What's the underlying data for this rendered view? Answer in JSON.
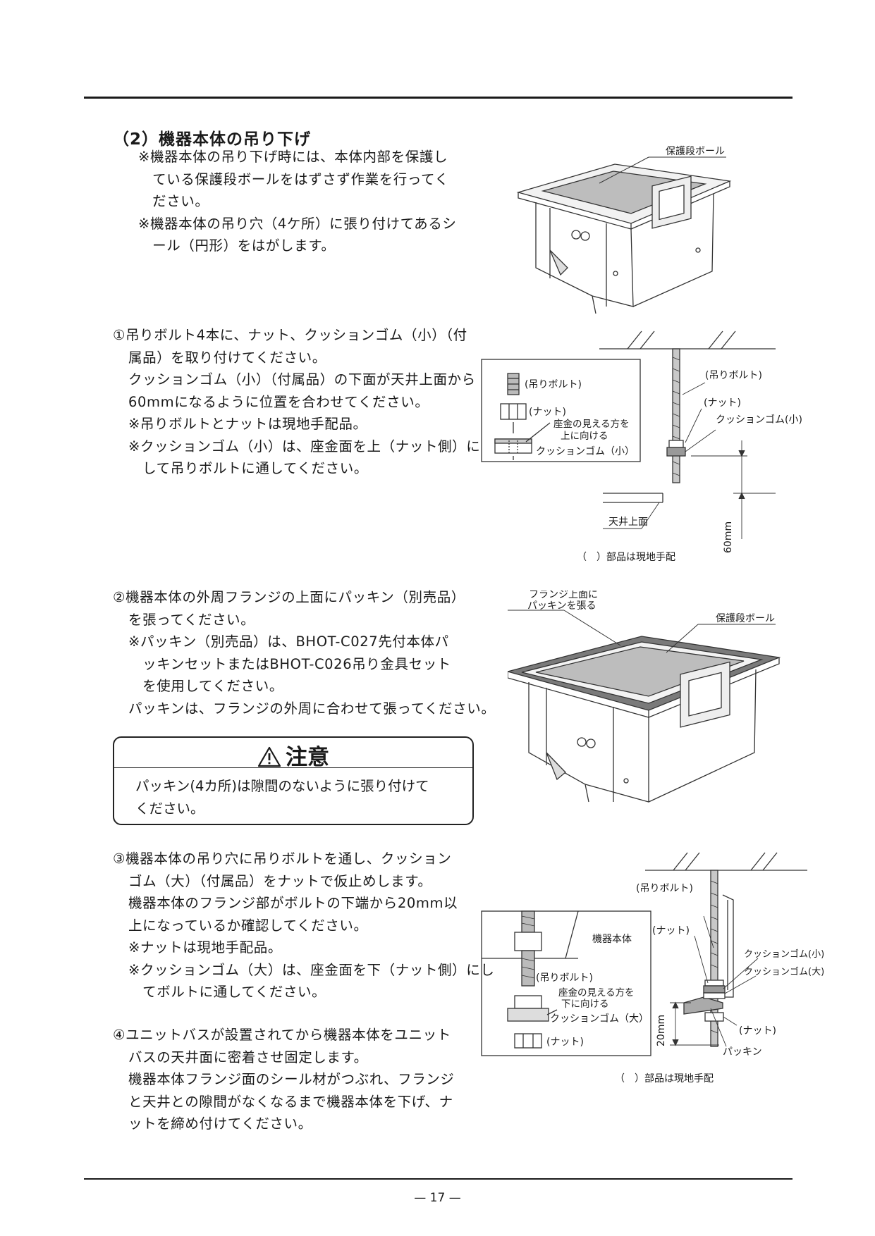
{
  "section_title": "（2）機器本体の吊り下げ",
  "intro_notes": [
    "※機器本体の吊り下げ時には、本体内部を保護し",
    "　ている保護段ボールをはずさず作業を行ってく",
    "　ださい。",
    "※機器本体の吊り穴（4ケ所）に張り付けてあるシ",
    "　ール（円形）をはがします。"
  ],
  "step1": [
    "①吊りボルト4本に、ナット、クッションゴム（小）（付",
    "属品）を取り付けてください。",
    "クッションゴム（小）（付属品）の下面が天井上面から",
    "60mmになるように位置を合わせてください。",
    "※吊りボルトとナットは現地手配品。",
    "※クッションゴム（小）は、座金面を上（ナット側）に",
    "　して吊りボルトに通してください。"
  ],
  "step2": [
    "②機器本体の外周フランジの上面にパッキン（別売品）",
    "を張ってください。",
    "※パッキン（別売品）は、BHOT-C027先付本体パ",
    "　ッキンセットまたはBHOT-C026吊り金具セット",
    "　を使用してください。",
    "パッキンは、フランジの外周に合わせて張ってください。"
  ],
  "caution": {
    "heading": "注意",
    "text": [
      "パッキン(4カ所)は隙間のないように張り付けて",
      "ください。"
    ]
  },
  "step3": [
    "③機器本体の吊り穴に吊りボルトを通し、クッション",
    "ゴム（大）（付属品）をナットで仮止めします。",
    "機器本体のフランジ部がボルトの下端から20mm以",
    "上になっているか確認してください。",
    "※ナットは現地手配品。",
    "※クッションゴム（大）は、座金面を下（ナット側）にし",
    "　てボルトに通してください。"
  ],
  "step4": [
    "④ユニットバスが設置されてから機器本体をユニット",
    "バスの天井面に密着させ固定します。",
    "機器本体フランジ面のシール材がつぶれ、フランジ",
    "と天井との隙間がなくなるまで機器本体を下げ、ナ",
    "ットを締め付けてください。"
  ],
  "fig1": {
    "label_cardboard": "保護段ボール"
  },
  "fig2": {
    "label_bolt_inset": "(吊りボルト)",
    "label_nut_inset": "(ナット)",
    "label_washer_1": "座金の見える方を",
    "label_washer_2": "上に向ける",
    "label_cushion_inset": "クッションゴム（小）",
    "label_bolt": "(吊りボルト)",
    "label_nut": "(ナット)",
    "label_cushion": "クッションゴム(小)",
    "label_ceiling": "天井上面",
    "label_dim": "60mm",
    "label_local": "（　）部品は現地手配"
  },
  "fig3": {
    "label_packing_1": "フランジ上面に",
    "label_packing_2": "パッキンを張る",
    "label_cardboard": "保護段ボール"
  },
  "fig4": {
    "label_body": "機器本体",
    "label_bolt_inset": "(吊りボルト)",
    "label_washer_1": "座金の見える方を",
    "label_washer_2": "下に向ける",
    "label_cushion_inset": "クッションゴム（大）",
    "label_nut_inset": "(ナット)",
    "label_bolt": "(吊りボルト)",
    "label_nut_top": "(ナット)",
    "label_cushion_small": "クッションゴム(小)",
    "label_cushion_large": "クッションゴム(大)",
    "label_nut_bottom": "(ナット)",
    "label_packing": "パッキン",
    "label_dim": "20mm",
    "label_local": "（　）部品は現地手配"
  },
  "page_number": "— 17 —"
}
